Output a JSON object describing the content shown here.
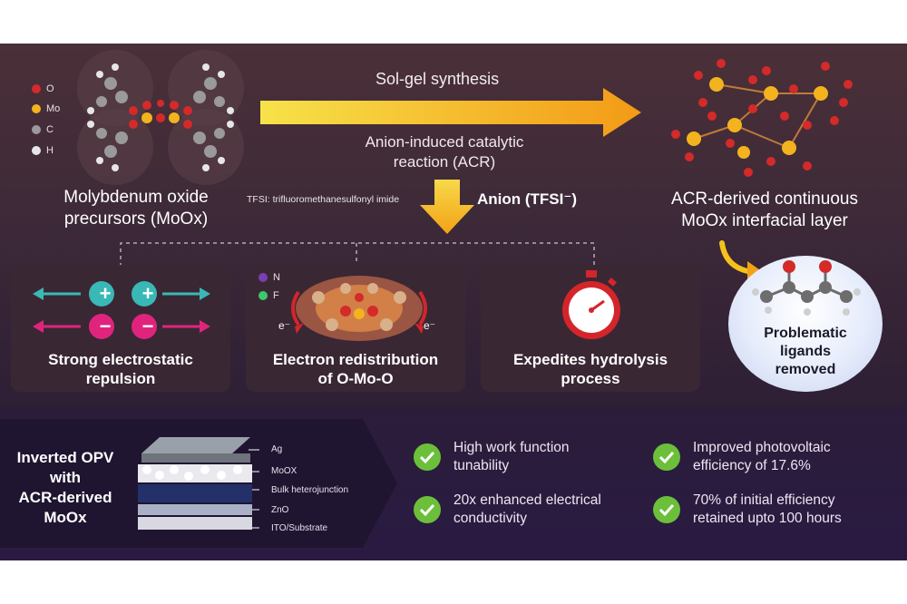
{
  "legend": {
    "items": [
      {
        "label": "O",
        "color": "#d42a2a"
      },
      {
        "label": "Mo",
        "color": "#f2b31f"
      },
      {
        "label": "C",
        "color": "#9a9a9a"
      },
      {
        "label": "H",
        "color": "#e6e6e6"
      }
    ]
  },
  "top": {
    "sol_gel": "Sol-gel synthesis",
    "acr_line1": "Anion-induced catalytic",
    "acr_line2": "reaction (ACR)",
    "tfsi_note": "TFSI: trifluoromethanesulfonyl imide",
    "anion": "Anion (TFSI⁻)",
    "precursor_line1": "Molybdenum oxide",
    "precursor_line2": "precursors (MoOx)",
    "acr_layer_line1": "ACR-derived continuous",
    "acr_layer_line2": "MoOx interfacial layer",
    "ligands_line1": "Problematic",
    "ligands_line2": "ligands",
    "ligands_line3": "removed"
  },
  "cards": {
    "repulsion": {
      "line1": "Strong electrostatic",
      "line2": "repulsion",
      "plus": "+",
      "minus": "−"
    },
    "redistribution": {
      "line1": "Electron redistribution",
      "line2": "of O-Mo-O",
      "legend_n": "N",
      "legend_f": "F",
      "electron": "e⁻"
    },
    "hydrolysis": {
      "line1": "Expedites hydrolysis",
      "line2": "process"
    }
  },
  "device": {
    "title_line1": "Inverted OPV",
    "title_line2": "with",
    "title_line3": "ACR-derived",
    "title_line4": "MoOx",
    "layers": [
      "Ag",
      "MoOX",
      "Bulk heterojunction",
      "ZnO",
      "ITO/Substrate"
    ]
  },
  "benefits": [
    {
      "line1": "High work function",
      "line2": "tunability"
    },
    {
      "line1": "Improved photovoltaic",
      "line2": "efficiency of 17.6%"
    },
    {
      "line1": "20x enhanced electrical",
      "line2": "conductivity"
    },
    {
      "line1": "70% of initial efficiency",
      "line2": "retained upto 100 hours"
    }
  ],
  "colors": {
    "arrow_yellow": "#f5c21b",
    "check_green": "#6cbf3a",
    "cation_teal": "#39b8b5",
    "anion_pink": "#e0247e"
  }
}
